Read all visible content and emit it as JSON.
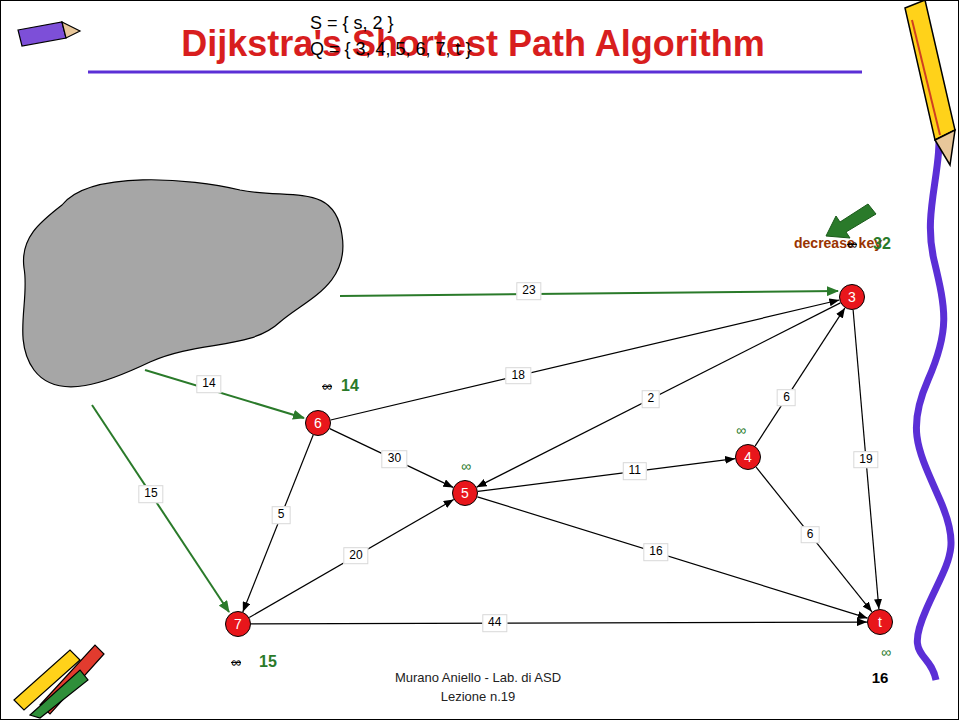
{
  "diagram": {
    "title": "Dijkstra's Shortest Path Algorithm",
    "nodes": [
      {
        "text": [
          "3"
        ]
      },
      {
        "text": [
          "6"
        ]
      },
      {
        "text": [
          "4"
        ]
      },
      {
        "text": [
          "5"
        ]
      },
      {
        "text": [
          "7"
        ]
      },
      {
        "text": [
          "t"
        ]
      }
    ],
    "edges": [
      {
        "from": 1,
        "to": 0,
        "arrow": "to",
        "label": "18"
      },
      {
        "from": 1,
        "to": 3,
        "arrow": "to",
        "label": "30"
      },
      {
        "from": 1,
        "to": 4,
        "arrow": "to",
        "label": "5"
      },
      {
        "from": 4,
        "to": 3,
        "arrow": "to",
        "label": "20"
      },
      {
        "from": 4,
        "to": 5,
        "arrow": "to",
        "label": "44"
      },
      {
        "from": 0,
        "to": 3,
        "arrow": "to",
        "label": "2"
      },
      {
        "from": 3,
        "to": 2,
        "arrow": "to",
        "label": "11"
      },
      {
        "from": 3,
        "to": 5,
        "arrow": "to",
        "label": "16"
      },
      {
        "from": 2,
        "to": 0,
        "arrow": "to",
        "label": "6"
      },
      {
        "from": 2,
        "to": 5,
        "arrow": "to",
        "label": "6"
      },
      {
        "from": 0,
        "to": 5,
        "arrow": "to",
        "label": "19"
      }
    ],
    "labels": [
      "S = { s, 2 }",
      "Q = { 3, 4, 5, 6, 7, t }",
      "decrease key",
      "∞",
      "32",
      "23",
      "14",
      "∞",
      "14",
      "15",
      "∞",
      "∞",
      "∞",
      "15",
      "∞",
      "16",
      "Murano Aniello - Lab. di ASD",
      "Lezione n.19"
    ]
  }
}
